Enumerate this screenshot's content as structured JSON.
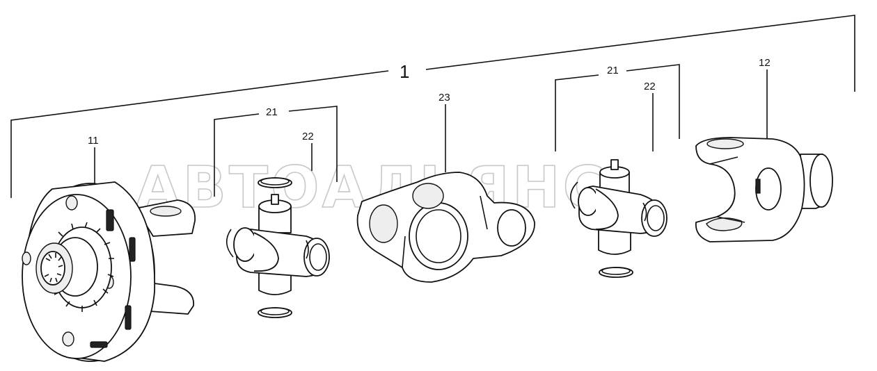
{
  "diagram": {
    "assembly_label": "1",
    "callouts": {
      "flange_yoke": "11",
      "slip_yoke": "12",
      "cross_kit_left": "21",
      "cross_kit_right": "21",
      "bearing_left": "22",
      "bearing_right": "22",
      "center_yoke": "23"
    },
    "watermark": "АВТОАЛЬЯНС"
  }
}
